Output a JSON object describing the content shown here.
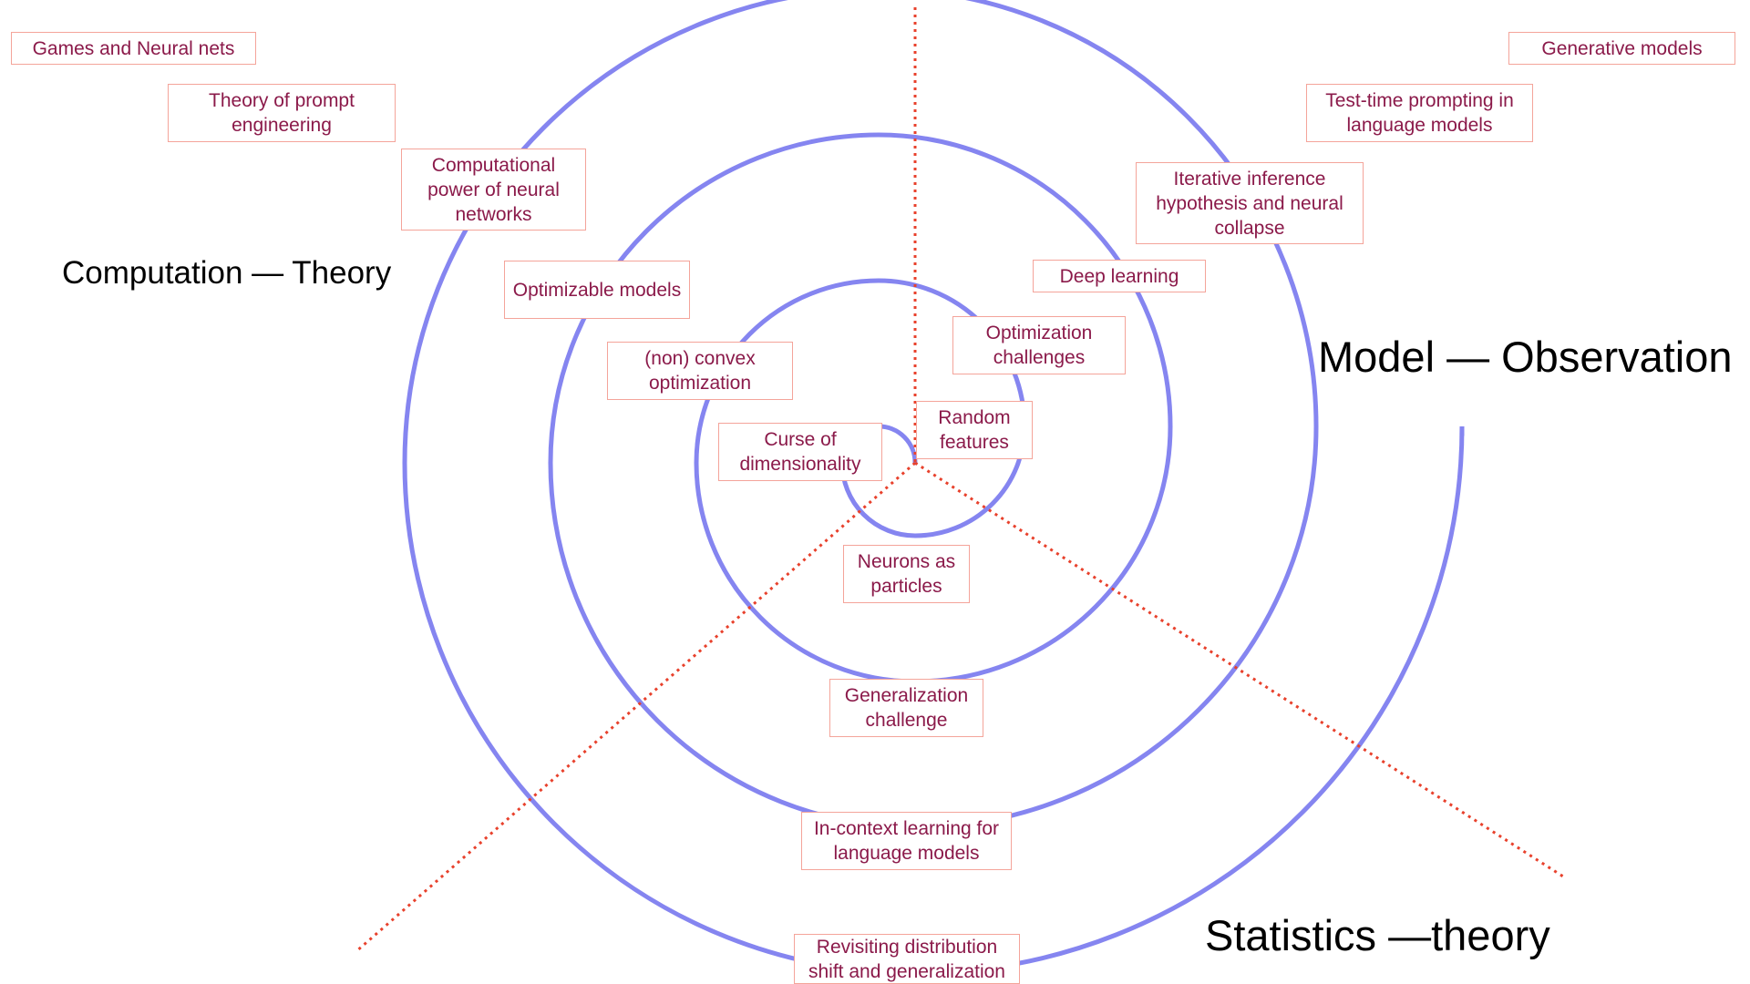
{
  "axes": {
    "top_left": "Computation — Theory",
    "right": "Model — Observation",
    "bottom_right": "Statistics —theory"
  },
  "topics": {
    "games_neural_nets": "Games and Neural nets",
    "generative_models": "Generative models",
    "theory_prompt_engineering": "Theory of prompt engineering",
    "test_time_prompting": "Test-time prompting in language models",
    "computational_power": "Computational power of neural networks",
    "iterative_inference": "Iterative inference hypothesis and neural collapse",
    "optimizable_models": "Optimizable models",
    "deep_learning": "Deep learning",
    "optimization_challenges": "Optimization challenges",
    "nonconvex_optimization": "(non) convex optimization",
    "random_features": "Random features",
    "curse_dimensionality": "Curse of dimensionality",
    "neurons_particles": "Neurons as particles",
    "generalization_challenge": "Generalization challenge",
    "in_context_learning": "In-context learning for language models",
    "distribution_shift": "Revisiting distribution shift and generalization"
  },
  "colors": {
    "spiral": "#8585f0",
    "divider": "#e8412c",
    "box_border": "#f4a49a",
    "box_text": "#8b1a4a",
    "axis_text": "#000000"
  }
}
